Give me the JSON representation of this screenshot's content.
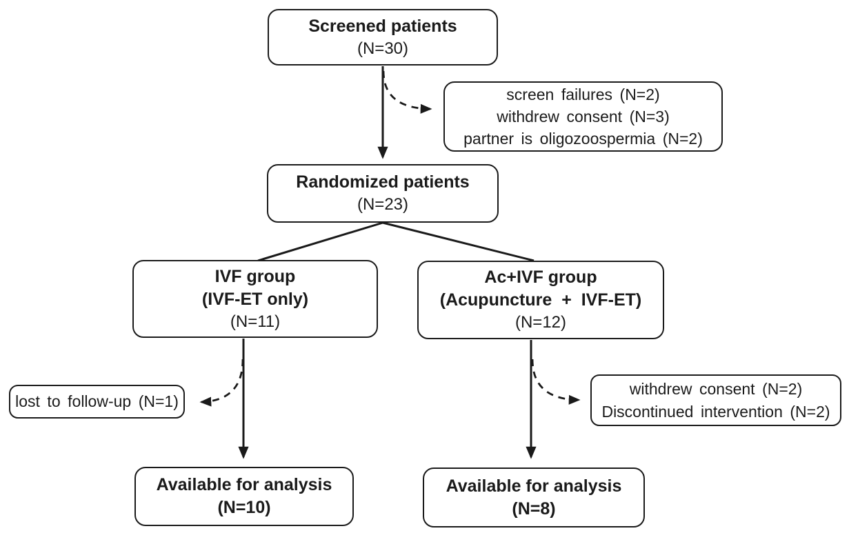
{
  "nodes": {
    "screened": {
      "line1": "Screened patients",
      "line2": "(N=30)"
    },
    "screen_exclusions": {
      "line1": "screen failures (N=2)",
      "line2": "withdrew consent (N=3)",
      "line3": "partner is oligozoospermia (N=2)"
    },
    "randomized": {
      "line1": "Randomized patients",
      "line2": "(N=23)"
    },
    "ivf_group": {
      "line1": "IVF group",
      "line2": "(IVF-ET only)",
      "line3": "(N=11)"
    },
    "ac_ivf_group": {
      "line1": "Ac+IVF group",
      "line2": "(Acupuncture + IVF-ET)",
      "line3": "(N=12)"
    },
    "lost_follow_up": {
      "line1": "lost to follow-up (N=1)"
    },
    "ac_ivf_exclusions": {
      "line1": "withdrew consent (N=2)",
      "line2": "Discontinued intervention (N=2)"
    },
    "ivf_available": {
      "line1": "Available for analysis",
      "line2": "(N=10)"
    },
    "ac_ivf_available": {
      "line1": "Available for analysis",
      "line2": "(N=8)"
    }
  },
  "colors": {
    "background": "#ffffff",
    "box_border": "#1a1a1a",
    "text": "#1a1a1a",
    "connector": "#1a1a1a"
  }
}
